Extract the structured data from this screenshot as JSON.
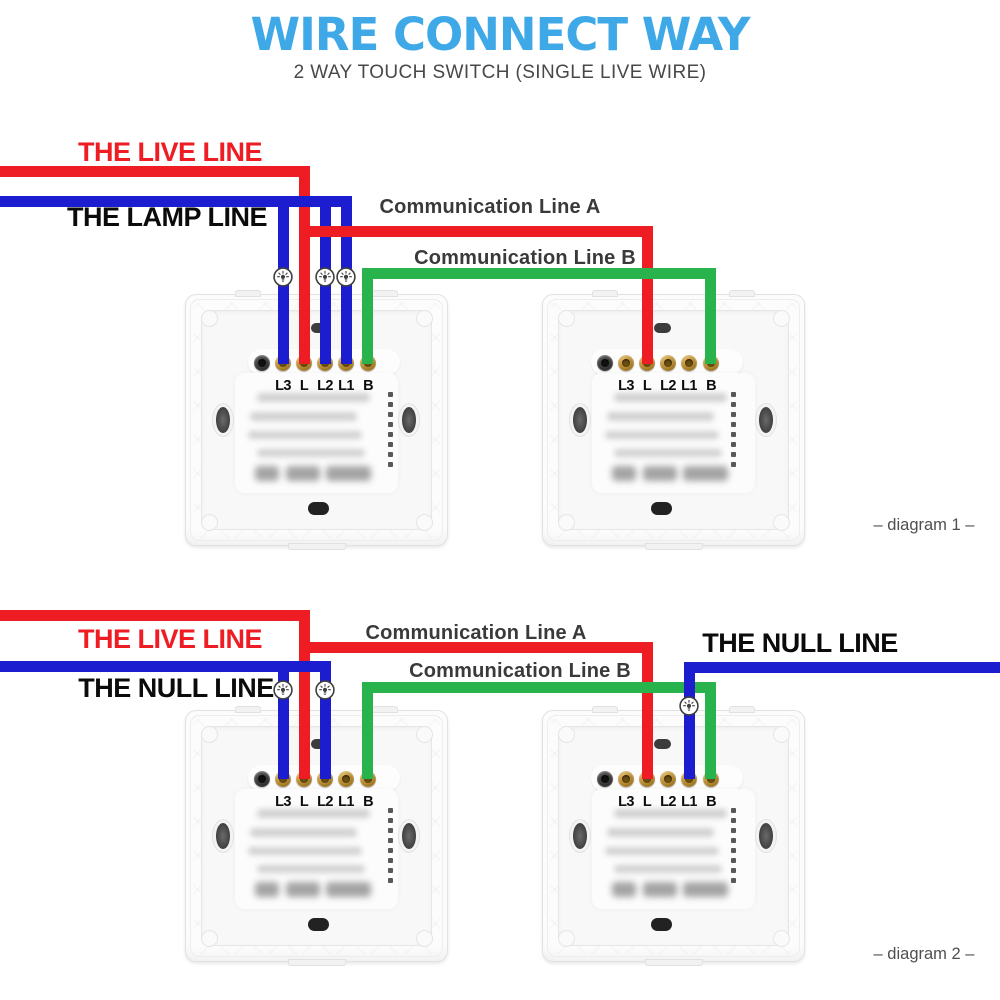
{
  "header": {
    "title": "WIRE CONNECT WAY",
    "subtitle": "2 WAY TOUCH SWITCH (SINGLE LIVE WIRE)"
  },
  "colors": {
    "title": "#3fa9e8",
    "subtitle": "#484848",
    "live-wire": "#ee1c23",
    "neutral-wire": "#1b1dce",
    "comm-wire": "#29b34c",
    "black-label": "#0b0b0b",
    "comm-label": "#3a3a3a",
    "caption": "#4f4f4f"
  },
  "diagram1": {
    "live_label": "THE LIVE LINE",
    "lamp_label": "THE LAMP LINE",
    "comm_a_label": "Communication Line A",
    "comm_b_label": "Communication Line B",
    "caption": "– diagram 1 –"
  },
  "diagram2": {
    "live_label": "THE LIVE LINE",
    "null_left_label": "THE NULL LINE",
    "null_right_label": "THE NULL LINE",
    "comm_a_label": "Communication Line A",
    "comm_b_label": "Communication Line B",
    "caption": "– diagram 2 –"
  },
  "switch_module": {
    "terminals": [
      "L3",
      "L",
      "L2",
      "L1",
      "B"
    ]
  }
}
